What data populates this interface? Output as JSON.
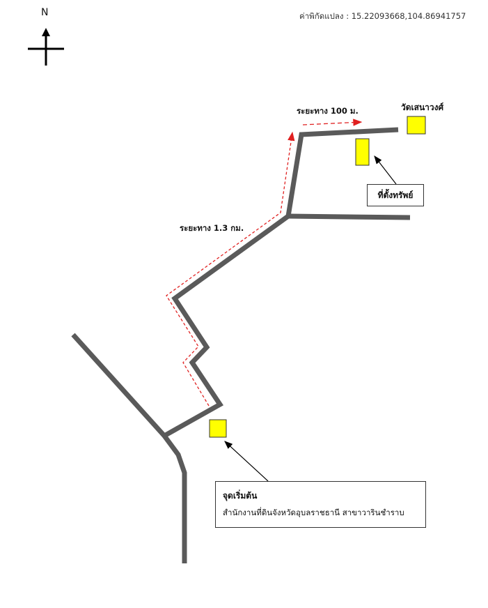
{
  "compass": {
    "north_label": "N"
  },
  "coordinates": {
    "text": "ค่าพิกัดแปลง : 15.22093668,104.86941757"
  },
  "labels": {
    "temple": "วัดเสนาวงศ์",
    "distance_short": "ระยะทาง 100 ม.",
    "distance_long": "ระยะทาง 1.3 กม.",
    "property": "ที่ตั้งทรัพย์"
  },
  "start_box": {
    "title": "จุดเริ่มต้น",
    "subtitle": "สำนักงานที่ดินจังหวัดอุบลราชธานี สาขาวารินชำราบ"
  },
  "colors": {
    "road": "#5a5a5a",
    "route": "#e02020",
    "marker_fill": "#ffff00",
    "marker_stroke": "#333333"
  }
}
